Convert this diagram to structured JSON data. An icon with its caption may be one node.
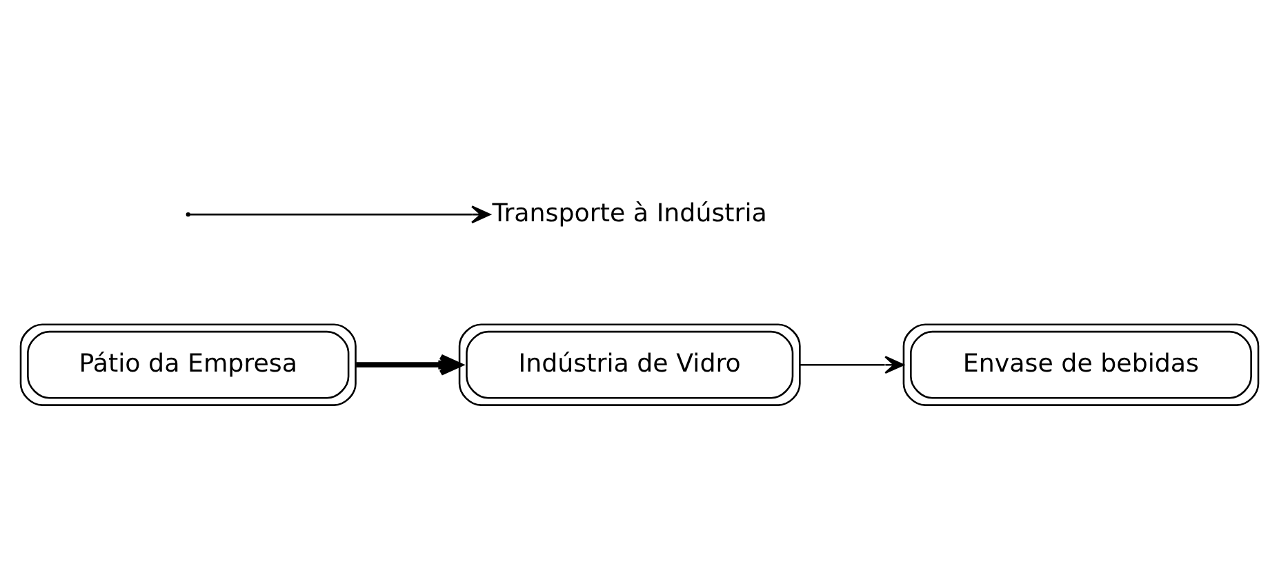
{
  "diagram": {
    "nodes": [
      {
        "text": [
          "Pátio da Empresa"
        ]
      },
      {
        "text": [
          "Indústria de Vidro"
        ]
      },
      {
        "text": [
          "Envase de bebidas"
        ]
      },
      {
        "text": [
          "Transporte à Indústria"
        ]
      }
    ],
    "edges": [
      {
        "from": 0,
        "to": 1,
        "arrow": "to",
        "style": "thick"
      },
      {
        "from": null,
        "to": 3,
        "arrow": "to"
      },
      {
        "from": 1,
        "to": 2,
        "arrow": "to"
      }
    ]
  }
}
